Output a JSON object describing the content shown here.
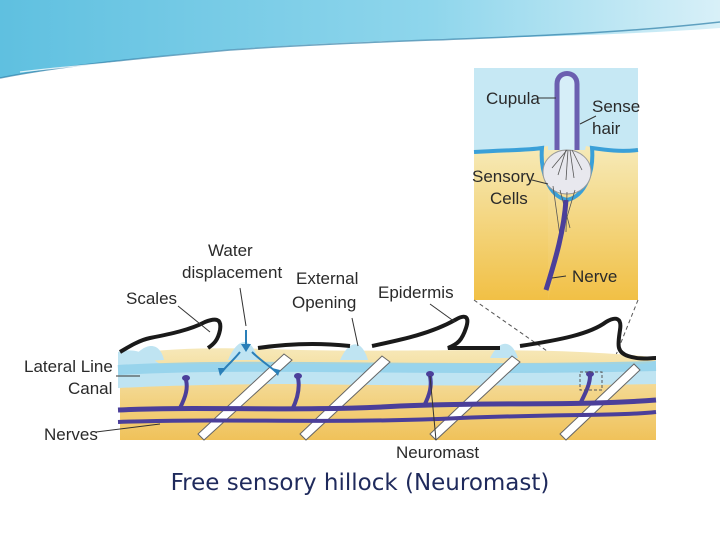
{
  "labels": {
    "cupula": "Cupula",
    "sense_hair_1": "Sense",
    "sense_hair_2": "hair",
    "sensory_cells_1": "Sensory",
    "sensory_cells_2": "Cells",
    "nerve": "Nerve",
    "water_displacement_1": "Water",
    "water_displacement_2": "displacement",
    "external_opening_1": "External",
    "external_opening_2": "Opening",
    "epidermis": "Epidermis",
    "scales": "Scales",
    "lateral_line_canal_1": "Lateral Line",
    "lateral_line_canal_2": "Canal",
    "nerves": "Nerves",
    "neuromast": "Neuromast"
  },
  "caption": "Free sensory hillock (Neuromast)",
  "colors": {
    "banner": "#3aa0c8",
    "water": "#bfe4f2",
    "canal_line": "#5eb6dc",
    "tissue_light": "#f3e2a8",
    "tissue_dark": "#f0c25a",
    "nerve": "#4b3f9a",
    "epidermis": "#1a1a1a",
    "caption_text": "#1f2a5c"
  }
}
